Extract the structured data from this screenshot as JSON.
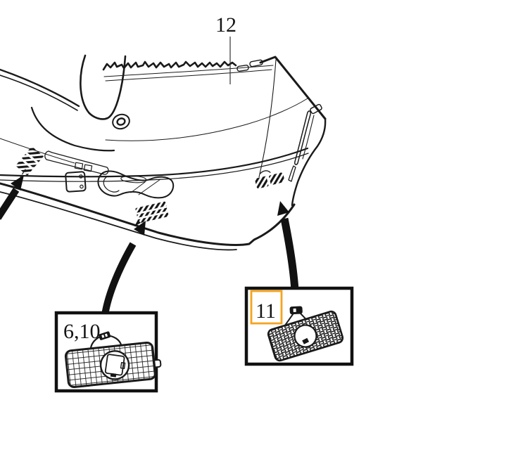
{
  "diagram": {
    "background_color": "#ffffff",
    "line_color": "#1a1a1a",
    "highlight_color": "#F5A41F",
    "callouts": {
      "bumper_cover": {
        "label": "12"
      },
      "grille_left": {
        "label": "6,10"
      },
      "grille_right": {
        "label": "11",
        "highlighted": true
      }
    }
  }
}
